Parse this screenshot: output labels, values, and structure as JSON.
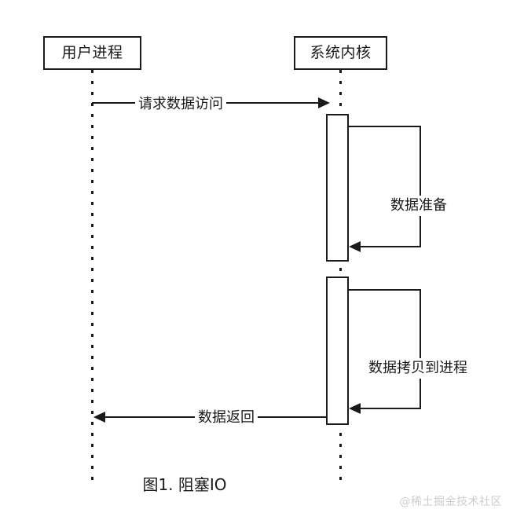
{
  "figure": {
    "caption": "图1. 阻塞IO",
    "watermark": "@稀土掘金技术社区",
    "background_color": "#ffffff",
    "stroke_color": "#1a1a1a",
    "watermark_color": "#c9cdd4"
  },
  "participants": [
    {
      "id": "user",
      "label": "用户进程"
    },
    {
      "id": "kernel",
      "label": "系统内核"
    }
  ],
  "messages": [
    {
      "id": "request",
      "label": "请求数据访问",
      "from": "user",
      "to": "kernel",
      "direction": "right",
      "kind": "call"
    },
    {
      "id": "prepare",
      "label": "数据准备",
      "from": "kernel",
      "to": "kernel",
      "direction": "self",
      "kind": "self-call"
    },
    {
      "id": "copy",
      "label": "数据拷贝到进程",
      "from": "kernel",
      "to": "kernel",
      "direction": "self",
      "kind": "self-call"
    },
    {
      "id": "return",
      "label": "数据返回",
      "from": "kernel",
      "to": "user",
      "direction": "left",
      "kind": "return"
    }
  ]
}
